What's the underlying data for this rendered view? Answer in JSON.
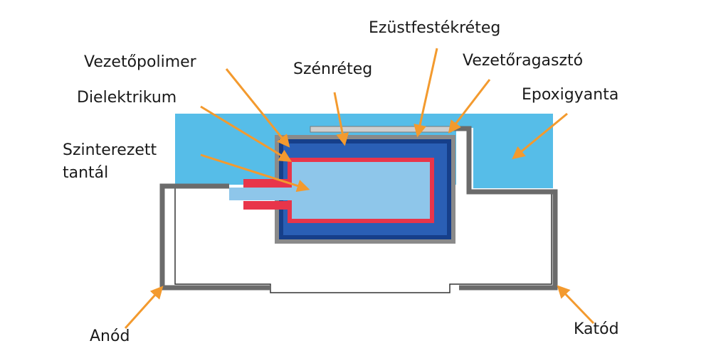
{
  "labels": {
    "ezust": "Ezüstfestékréteg",
    "vezetopolimer": "Vezetőpolimer",
    "szenreteg": "Szénréteg",
    "vezetoragaszto": "Vezetőragasztó",
    "dielektrikum": "Dielektrikum",
    "epoxigyanta": "Epoxigyanta",
    "szinterezett_1": "Szinterezett",
    "szinterezett_2": "tantál",
    "anod": "Anód",
    "katod": "Katód"
  },
  "colors": {
    "epoxy": "#56bde8",
    "tantalum": "#8ec6ea",
    "dielectric": "#e8354a",
    "polymer": "#1f4fa0",
    "carbon": "#2a5fb5",
    "silver": "#8a8a8a",
    "lead": "#6b6b6b",
    "arrow": "#f39a2e",
    "outline": "#222222"
  }
}
